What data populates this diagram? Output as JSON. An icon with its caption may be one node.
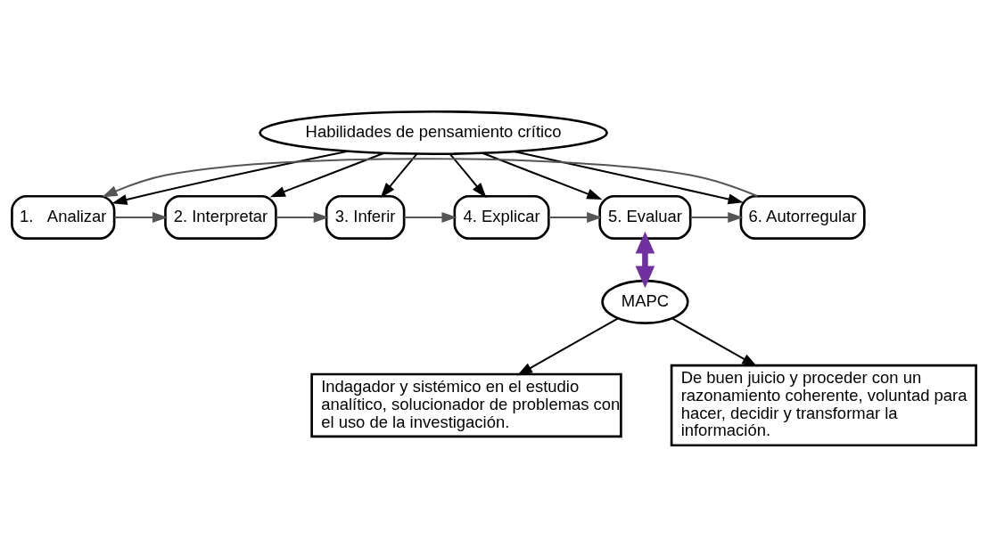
{
  "diagram": {
    "nodes": [
      {
        "text": [
          "Habilidades de pensamiento crítico"
        ]
      },
      {
        "text": [
          "1.   Analizar"
        ]
      },
      {
        "text": [
          "2. Interpretar"
        ]
      },
      {
        "text": [
          "3. Inferir"
        ]
      },
      {
        "text": [
          "4. Explicar"
        ]
      },
      {
        "text": [
          "5. Evaluar"
        ]
      },
      {
        "text": [
          "6. Autorregular"
        ]
      },
      {
        "text": [
          "MAPC"
        ]
      },
      {
        "text": [
          "Indagador y sistémico en el estudio analítico, solucionador de problemas con el uso de la investigación."
        ]
      },
      {
        "text": [
          "De buen juicio y proceder con un razonamiento coherente, voluntad para hacer, decidir y transformar la información."
        ]
      }
    ],
    "edges": [
      {
        "from": 0,
        "to": 1,
        "arrow": "to"
      },
      {
        "from": 0,
        "to": 2,
        "arrow": "to"
      },
      {
        "from": 0,
        "to": 3,
        "arrow": "to"
      },
      {
        "from": 0,
        "to": 4,
        "arrow": "to"
      },
      {
        "from": 0,
        "to": 5,
        "arrow": "to"
      },
      {
        "from": 0,
        "to": 6,
        "arrow": "to"
      },
      {
        "from": 1,
        "to": 2,
        "arrow": "to"
      },
      {
        "from": 2,
        "to": 3,
        "arrow": "to"
      },
      {
        "from": 3,
        "to": 4,
        "arrow": "to"
      },
      {
        "from": 4,
        "to": 5,
        "arrow": "to"
      },
      {
        "from": 5,
        "to": 6,
        "arrow": "to"
      },
      {
        "from": 6,
        "to": 1,
        "arrow": "to"
      },
      {
        "from": 5,
        "to": 7,
        "arrow": "both",
        "style": "thick",
        "color": "#7030a0"
      },
      {
        "from": 7,
        "to": 8,
        "arrow": "to"
      },
      {
        "from": 7,
        "to": 9,
        "arrow": "to"
      }
    ]
  }
}
